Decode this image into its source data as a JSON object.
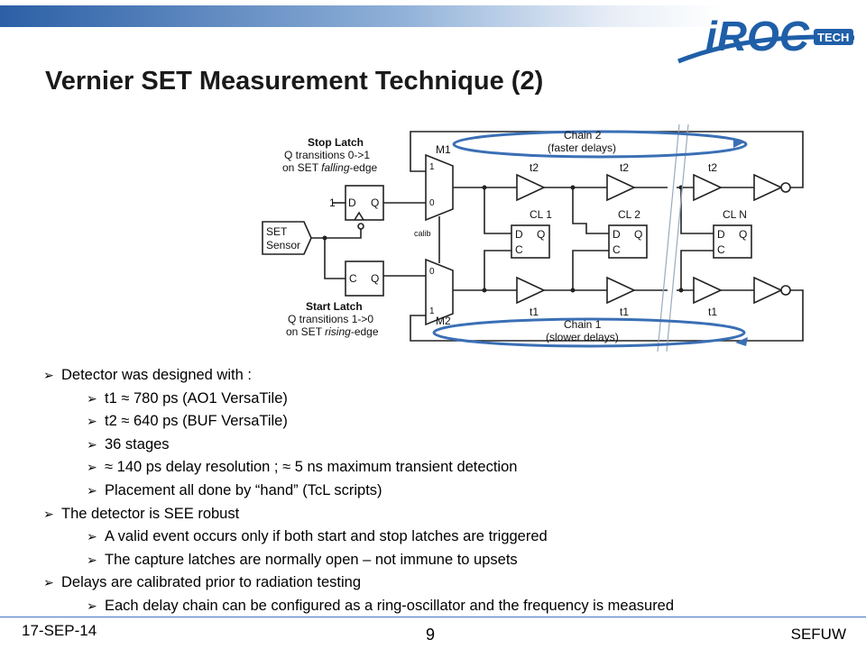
{
  "slide": {
    "title": "Vernier SET Measurement Technique (2)",
    "logo": {
      "main": "iROC",
      "sub": "TECH"
    }
  },
  "diagram": {
    "stop_latch": {
      "title": "Stop Latch",
      "line1": "Q transitions 0->1",
      "line2_prefix": "on SET ",
      "line2_em": "falling",
      "line2_suffix": "-edge"
    },
    "start_latch": {
      "title": "Start Latch",
      "line1": "Q transitions 1->0",
      "line2_prefix": "on SET ",
      "line2_em": "rising",
      "line2_suffix": "-edge"
    },
    "sensor": {
      "line1": "SET",
      "line2": "Sensor"
    },
    "mux_top": {
      "name": "M1",
      "in1": "1",
      "in0": "0"
    },
    "mux_bottom": {
      "name": "M2",
      "in0": "0",
      "in1": "1"
    },
    "calib": "calib",
    "stop_dff": {
      "d": "D",
      "q": "Q",
      "d_input": "1"
    },
    "start_dff": {
      "c": "C",
      "q": "Q"
    },
    "chain2": {
      "line1": "Chain 2",
      "line2": "(faster delays)"
    },
    "chain1": {
      "line1": "Chain 1",
      "line2": "(slower delays)"
    },
    "t2_labels": [
      "t2",
      "t2",
      "t2"
    ],
    "t1_labels": [
      "t1",
      "t1",
      "t1"
    ],
    "capture_latches": [
      {
        "name": "CL 1",
        "d": "D",
        "q": "Q",
        "c": "C"
      },
      {
        "name": "CL 2",
        "d": "D",
        "q": "Q",
        "c": "C"
      },
      {
        "name": "CL N",
        "d": "D",
        "q": "Q",
        "c": "C"
      }
    ]
  },
  "bullets": [
    {
      "level": 1,
      "text": "Detector was designed with :"
    },
    {
      "level": 2,
      "text": "t1 ≈ 780 ps (AO1 VersaTile)"
    },
    {
      "level": 2,
      "text": "t2 ≈ 640 ps (BUF VersaTile)"
    },
    {
      "level": 2,
      "text": "36 stages"
    },
    {
      "level": 2,
      "text": "≈ 140 ps delay resolution ; ≈ 5 ns maximum transient detection"
    },
    {
      "level": 2,
      "text": "Placement all done by “hand” (TcL scripts)"
    },
    {
      "level": 1,
      "text": "The detector is SEE robust"
    },
    {
      "level": 2,
      "text": "A valid event occurs only if both start and stop latches are triggered"
    },
    {
      "level": 2,
      "text": "The capture latches are normally open – not immune to upsets"
    },
    {
      "level": 1,
      "text": "Delays are calibrated prior to radiation testing"
    },
    {
      "level": 2,
      "text": "Each delay chain can be configured as a ring-oscillator and the frequency is measured"
    }
  ],
  "bullet_marker": "➢",
  "footer": {
    "date": "17-SEP-14",
    "page": "9",
    "org": "SEFUW"
  },
  "colors": {
    "accent": "#4472c4",
    "logo_blue": "#1f5fa8",
    "ellipse": "#3a6fb5"
  }
}
